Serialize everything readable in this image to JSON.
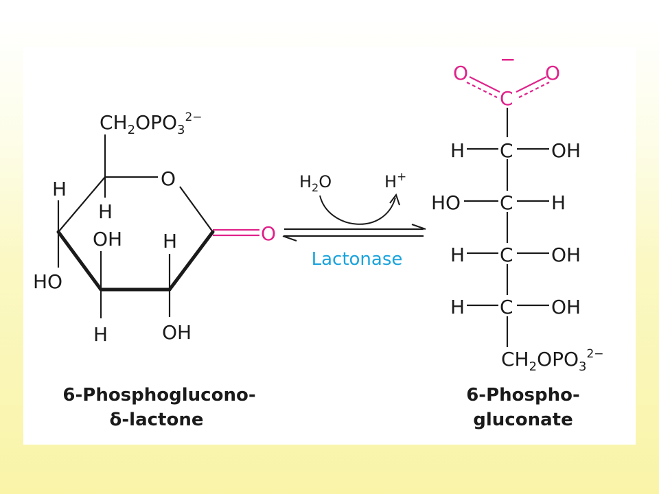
{
  "reactant": {
    "substituent_top": "CH",
    "substituent_top_sub": "2",
    "substituent_top_mid": "OPO",
    "substituent_top_sub2": "3",
    "substituent_top_charge": "2−",
    "ring_o": "O",
    "h_left": "H",
    "h_c5": "H",
    "oh_c3": "OH",
    "h_c2": "H",
    "ho_c4": "HO",
    "h_c3": "H",
    "oh_c2": "OH",
    "carbonyl_o": "O",
    "name_line1": "6-Phosphoglucono-",
    "name_line2": "δ-lactone"
  },
  "reaction": {
    "water": "H",
    "water_sub": "2",
    "water_o": "O",
    "proton": "H",
    "proton_charge": "+",
    "enzyme": "Lactonase"
  },
  "product": {
    "carboxyl_charge": "−",
    "carboxyl_o_left": "O",
    "carboxyl_o_right": "O",
    "carboxyl_c": "C",
    "row1": [
      "H",
      "C",
      "OH"
    ],
    "row2": [
      "HO",
      "C",
      "H"
    ],
    "row3": [
      "H",
      "C",
      "OH"
    ],
    "row4": [
      "H",
      "C",
      "OH"
    ],
    "bottom_ch": "CH",
    "bottom_sub": "2",
    "bottom_mid": "OPO",
    "bottom_sub2": "3",
    "bottom_charge": "2−",
    "name_line1": "6-Phospho-",
    "name_line2": "gluconate"
  },
  "colors": {
    "accent_pink": "#e0218a",
    "enzyme_blue": "#1aa3dc",
    "background_yellow": "#f9f4a8"
  }
}
